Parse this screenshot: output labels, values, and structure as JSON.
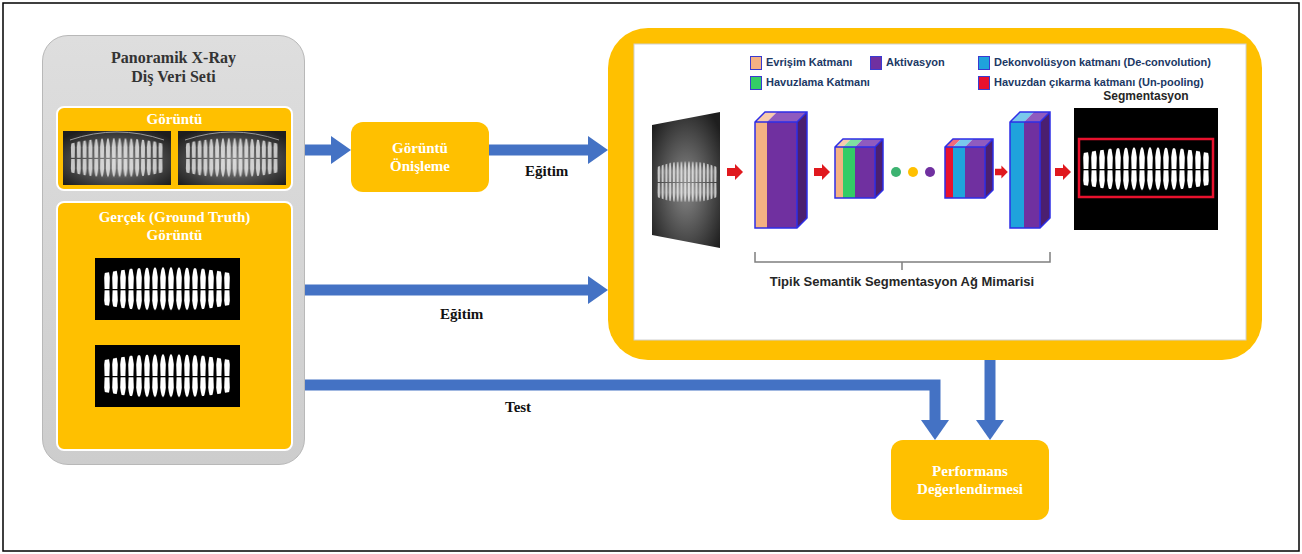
{
  "diagram": {
    "nodes": [
      {
        "text": [
          "Panoramik X-Ray Diş Veri Seti"
        ]
      },
      {
        "text": [
          "Görüntü"
        ],
        "in": 0
      },
      {
        "text": [
          "Gerçek (Ground Truth) Görüntü"
        ],
        "in": 0
      },
      {
        "text": [
          "Görüntü Önişleme"
        ]
      },
      {
        "text": [
          "Tipik Semantik Segmentasyon Ağ Mimarisi"
        ]
      },
      {
        "text": [
          "Performans Değerlendirmesi"
        ]
      }
    ],
    "edges": [
      {
        "from": 1,
        "to": 3,
        "arrow": "to"
      },
      {
        "from": 3,
        "to": 4,
        "label": "Eğitim",
        "arrow": "to"
      },
      {
        "from": 2,
        "to": 4,
        "label": "Eğitim",
        "arrow": "to"
      },
      {
        "from": 2,
        "to": 5,
        "label": "Test",
        "arrow": "to"
      },
      {
        "from": 4,
        "to": 5,
        "arrow": "to"
      }
    ],
    "labels": [
      "Segmentasyon"
    ],
    "legend": [
      {
        "text": "Evrişim Katmanı",
        "color": "#f4b183"
      },
      {
        "text": "Aktivasyon",
        "color": "#7030a0"
      },
      {
        "text": "Dekonvolüsyon katmanı (De-convolution)",
        "color": "#1fa3dc"
      },
      {
        "text": "Havuzlama Katmanı",
        "color": "#33cc66"
      },
      {
        "text": "Havuzdan çıkarma katmanı (Un-pooling)",
        "color": "#e8112d"
      }
    ]
  }
}
